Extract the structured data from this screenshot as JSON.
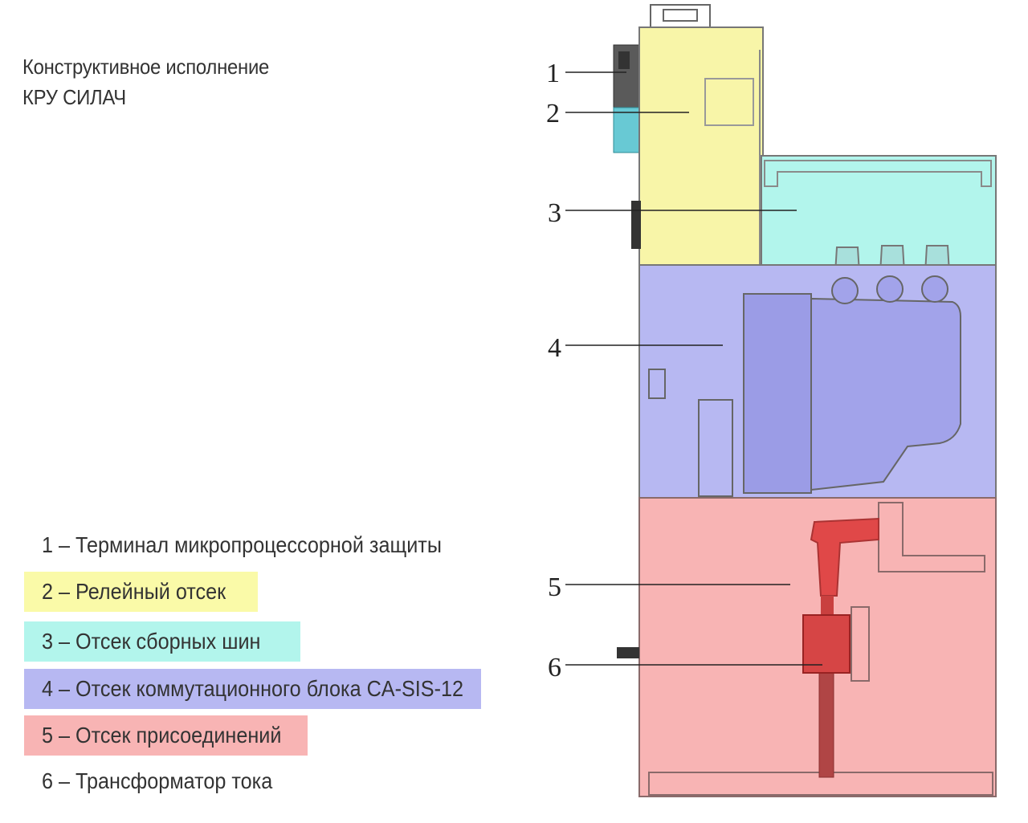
{
  "title": {
    "line1": "Конструктивное исполнение",
    "line2": "КРУ СИЛАЧ"
  },
  "colors": {
    "relay": "#f8f5a8",
    "busbar": "#b2f5ec",
    "switching": "#b7b8f2",
    "connection": "#f8b4b4",
    "terminal": "#555555",
    "ct": "#d64545",
    "outline": "#777777"
  },
  "legend": [
    {
      "label": "1 – Терминал микропроцессорной защиты",
      "color": ""
    },
    {
      "label": "2 – Релейный отсек",
      "color": "#fafaa8"
    },
    {
      "label": "3 – Отсек сборных шин",
      "color": "#b2f5ec"
    },
    {
      "label": "4 – Отсек коммутационного блока CA-SIS-12",
      "color": "#b7b8f2"
    },
    {
      "label": "5 – Отсек присоединений",
      "color": "#f8b4b4"
    },
    {
      "label": "6 – Трансформатор тока",
      "color": ""
    }
  ],
  "callouts": [
    "1",
    "2",
    "3",
    "4",
    "5",
    "6"
  ]
}
